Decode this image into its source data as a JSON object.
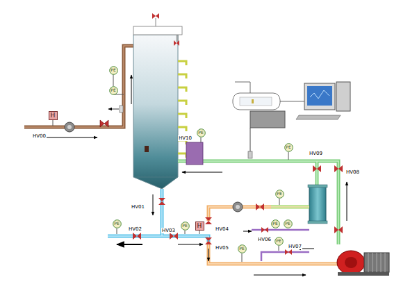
{
  "diagram": {
    "nodes": [
      {
        "text": [
          "PE"
        ]
      },
      {
        "text": [
          "PE"
        ]
      },
      {
        "text": [
          "H"
        ]
      },
      {
        "text": [
          "PE"
        ]
      },
      {
        "text": [
          "PE"
        ]
      },
      {
        "text": [
          "PE"
        ]
      },
      {
        "text": [
          "PE"
        ]
      },
      {
        "text": [
          "PE"
        ]
      },
      {
        "text": [
          "H"
        ]
      },
      {
        "text": [
          "PE"
        ]
      },
      {
        "text": [
          "PE"
        ]
      },
      {
        "text": [
          "PE"
        ]
      },
      {
        "text": [
          "PE"
        ]
      }
    ],
    "labels": [
      "HV00",
      "HV10",
      "HV09",
      "HV08",
      "HV01",
      "HV02",
      "HV03",
      "HV04",
      "HV06",
      "HV05",
      "HV07"
    ]
  }
}
